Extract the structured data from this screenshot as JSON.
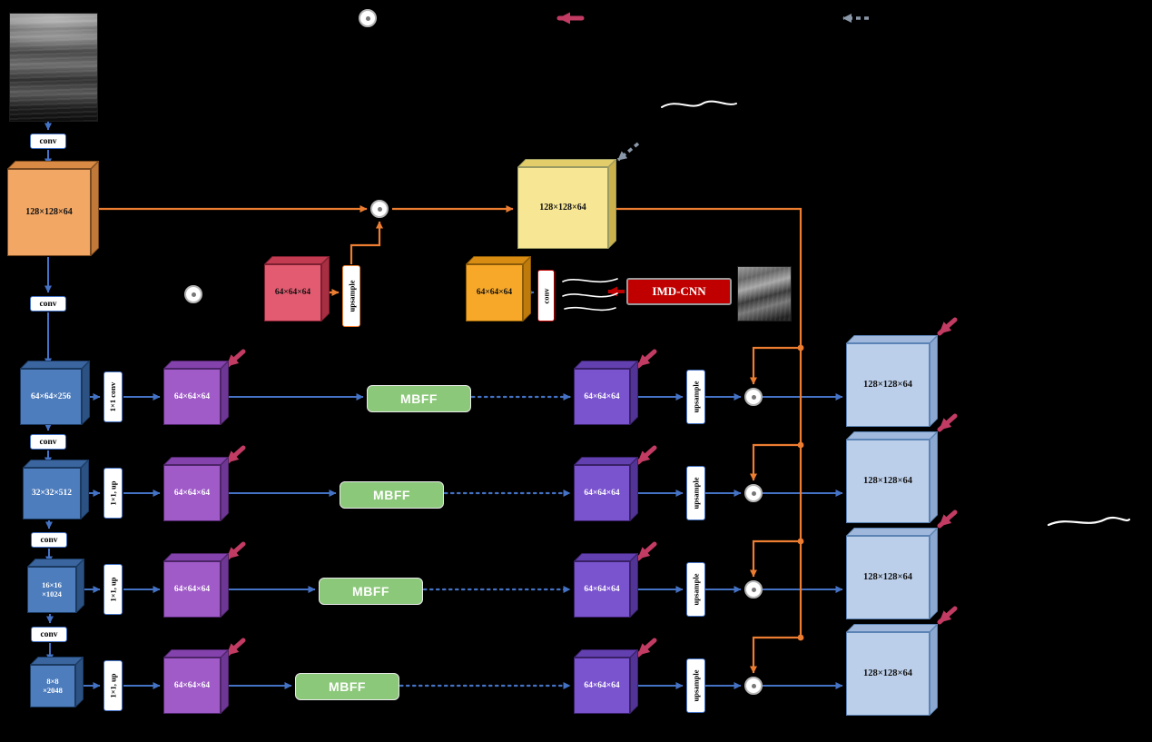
{
  "figure": {
    "type": "segmentation-network-architecture"
  },
  "labels": {
    "conv": "conv",
    "upsample": "upsample",
    "mbff": "MBFF",
    "imd_cnn": "IMD-CNN"
  },
  "encoder": {
    "stem": "128×128×64",
    "stages": [
      {
        "dims": "64×64×256",
        "proj": "1×1 conv"
      },
      {
        "dims": "32×32×512",
        "proj": "1×1, up"
      },
      {
        "dims": "16×16\n×1024",
        "proj": "1×1, up"
      },
      {
        "dims": "8×8\n×2048",
        "proj": "1×1, up"
      }
    ]
  },
  "boundary_stream": {
    "skip": "128×128×64",
    "up_feat": "64×64×64",
    "edge_feat": "64×64×64"
  },
  "decoder_rows": [
    {
      "feat": "64×64×64",
      "fused": "64×64×64",
      "out": "128×128×64"
    },
    {
      "feat": "64×64×64",
      "fused": "64×64×64",
      "out": "128×128×64"
    },
    {
      "feat": "64×64×64",
      "fused": "64×64×64",
      "out": "128×128×64"
    },
    {
      "feat": "64×64×64",
      "fused": "64×64×64",
      "out": "128×128×64"
    }
  ],
  "colors": {
    "background": "#000000",
    "blue_arrow": "#4472C4",
    "orange_arrow": "#ED7D31",
    "crimson_arrow": "#C13B63",
    "gray_arrow": "#8A97A8",
    "imd_red": "#C00000",
    "mbff_green": "#8CC87A"
  }
}
